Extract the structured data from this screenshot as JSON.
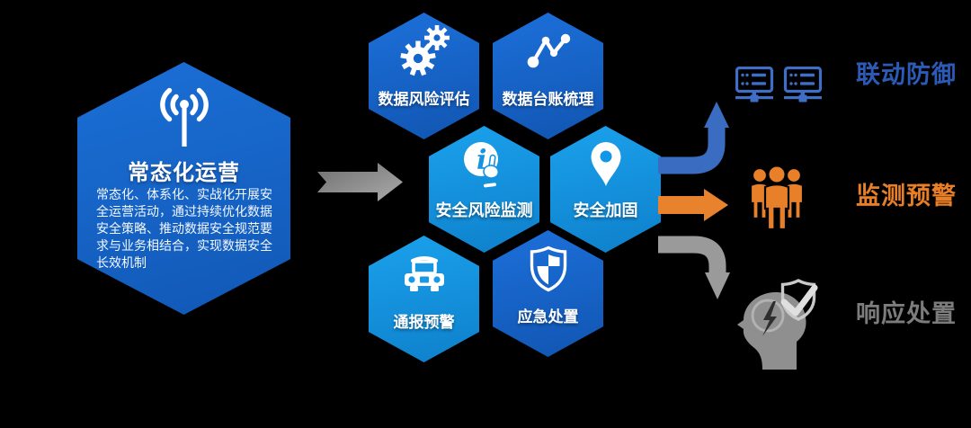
{
  "canvas": {
    "background": "#000000"
  },
  "main_hex": {
    "title": "常态化运营",
    "body_lines": [
      "常态化、体系化、实战化开展安",
      "全运营活动，通过持续优化数据",
      "安全策略、推动数据安全规范要",
      "求与业务相结合，实现数据安全",
      "长效机制"
    ],
    "icon": "broadcast-antenna-icon",
    "gradient_start": "#1B6FD6",
    "gradient_end": "#1158B6"
  },
  "flow": {
    "main_arrow_color_start": "#6F6F6F",
    "main_arrow_color_end": "#ABABAB"
  },
  "hex_cells": [
    {
      "label": "数据风险评估",
      "icon": "gears-icon",
      "palette": "royal"
    },
    {
      "label": "数据台账梳理",
      "icon": "share-nodes-icon",
      "palette": "royal"
    },
    {
      "label": "安全风险监测",
      "icon": "info-click-icon",
      "palette": "azure"
    },
    {
      "label": "安全加固",
      "icon": "location-pin-icon",
      "palette": "azure"
    },
    {
      "label": "通报预警",
      "icon": "car-icon",
      "palette": "azure"
    },
    {
      "label": "应急处置",
      "icon": "shield-check-icon",
      "palette": "royal"
    }
  ],
  "outputs": [
    {
      "label": "联动防御",
      "color": "#2B5BB7",
      "arrow_color": "#3A6CC2",
      "arrow_direction": "up",
      "icon": "network-servers-icon"
    },
    {
      "label": "监测预警",
      "color": "#E87E26",
      "arrow_color": "#E8822D",
      "arrow_direction": "right",
      "icon": "people-group-icon"
    },
    {
      "label": "响应处置",
      "color": "#7C7C7C",
      "arrow_color": "#9A9A9A",
      "arrow_direction": "down",
      "icon": "head-shield-icon"
    }
  ]
}
